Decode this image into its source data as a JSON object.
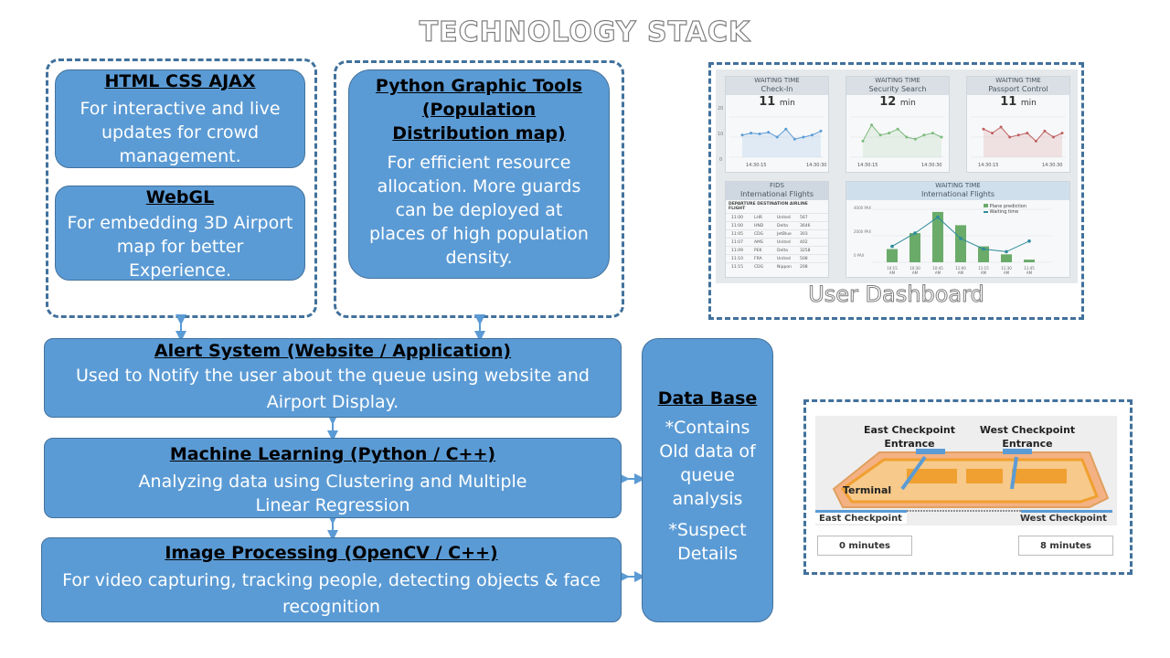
{
  "title": "TECHNOLOGY STACK",
  "boxes": {
    "html": {
      "heading": "HTML CSS AJAX",
      "desc": "For interactive and live updates for crowd management."
    },
    "webgl": {
      "heading": "WebGL",
      "desc": "For embedding 3D Airport map for better Experience."
    },
    "python": {
      "heading": "Python Graphic Tools (Population Distribution map)",
      "desc": "For efficient resource allocation. More guards can be deployed at places of high population density."
    },
    "alert": {
      "heading": "Alert System (Website / Application)",
      "desc": "Used to Notify the user about the queue using website and Airport Display."
    },
    "ml": {
      "heading": "Machine Learning (Python / C++)",
      "desc": "Analyzing data using Clustering and  Multiple Linear Regression"
    },
    "ip": {
      "heading": "Image Processing (OpenCV / C++)",
      "desc": "For video capturing, tracking people, detecting objects & face recognition"
    },
    "db": {
      "heading": "Data Base",
      "desc1": "*Contains Old data of queue analysis",
      "desc2": "*Suspect Details"
    }
  },
  "dashboard": {
    "caption": "User Dashboard",
    "cards": [
      {
        "label": "WAITING TIME",
        "name": "Check-In",
        "value": "11",
        "unit": "min",
        "t0": "14:30:15",
        "t1": "14:30:30"
      },
      {
        "label": "WAITING TIME",
        "name": "Security Search",
        "value": "12",
        "unit": "min",
        "t0": "14:30:15",
        "t1": "14:30:30"
      },
      {
        "label": "WAITING TIME",
        "name": "Passport Control",
        "value": "11",
        "unit": "min",
        "t0": "14:30:15",
        "t1": "14:30:30"
      }
    ],
    "y_ticks": [
      "20",
      "10",
      "0"
    ],
    "fids": {
      "label": "FIDS",
      "name": "International Flights",
      "columns": "DEPARTURE DESTINATION AIRLINE FLIGHT",
      "rows": [
        [
          "11:00",
          "LHR",
          "United",
          "567"
        ],
        [
          "11:00",
          "HND",
          "Delta",
          "3646"
        ],
        [
          "11:05",
          "CDG",
          "JetBlue",
          "303"
        ],
        [
          "11:07",
          "AMS",
          "United",
          "402"
        ],
        [
          "11:09",
          "PEK",
          "Delta",
          "3258"
        ],
        [
          "11:10",
          "FRA",
          "United",
          "508"
        ],
        [
          "11:15",
          "CDG",
          "Nippon",
          "208"
        ]
      ]
    },
    "intl": {
      "label": "WAITING TIME",
      "name": "International Flights",
      "legend": [
        "Plane prediction",
        "Waiting time"
      ],
      "y_left": [
        "4000 PAX",
        "2000 PAX",
        "0 PAX"
      ],
      "x_ticks": [
        "10:15 AM",
        "10:30 AM",
        "10:45 AM",
        "11:00 AM",
        "11:15 AM",
        "11:30 AM",
        "11:45 AM"
      ],
      "bar_values": [
        0.25,
        0.55,
        0.95,
        0.7,
        0.3,
        0.15,
        0.05
      ],
      "line_values": [
        0.3,
        0.55,
        0.85,
        0.45,
        0.25,
        0.2,
        0.4
      ]
    },
    "spark_colors": [
      "#5b9bd5",
      "#7dbb7d",
      "#c06060"
    ],
    "spark_values": [
      [
        0.55,
        0.6,
        0.58,
        0.62,
        0.5,
        0.7,
        0.45,
        0.5,
        0.55,
        0.65
      ],
      [
        0.4,
        0.8,
        0.55,
        0.6,
        0.7,
        0.5,
        0.45,
        0.55,
        0.6,
        0.5
      ],
      [
        0.7,
        0.6,
        0.75,
        0.5,
        0.55,
        0.6,
        0.4,
        0.65,
        0.5,
        0.6
      ]
    ]
  },
  "map": {
    "east_entrance": "East Checkpoint Entrance",
    "west_entrance": "West Checkpoint Entrance",
    "terminal": "Terminal",
    "east_cp": "East Checkpoint",
    "west_cp": "West Checkpoint",
    "east_time": "0 minutes",
    "west_time": "8 minutes"
  }
}
